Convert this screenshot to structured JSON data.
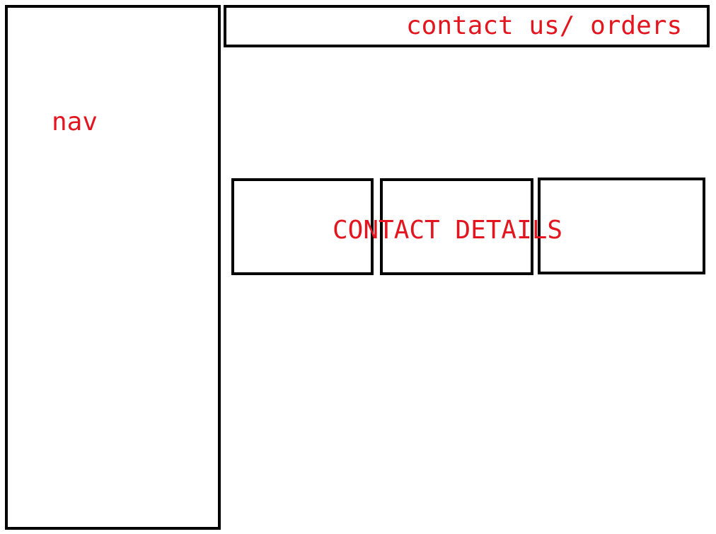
{
  "nav": {
    "label": "nav"
  },
  "header": {
    "label": "contact us/ orders"
  },
  "main": {
    "contact_label": "CONTACT DETAILS",
    "cards": [
      {
        "id": "contact-card-1"
      },
      {
        "id": "contact-card-2"
      },
      {
        "id": "contact-card-3"
      }
    ]
  },
  "colors": {
    "outline": "#000000",
    "annotation": "#e3161f",
    "background": "#ffffff"
  }
}
